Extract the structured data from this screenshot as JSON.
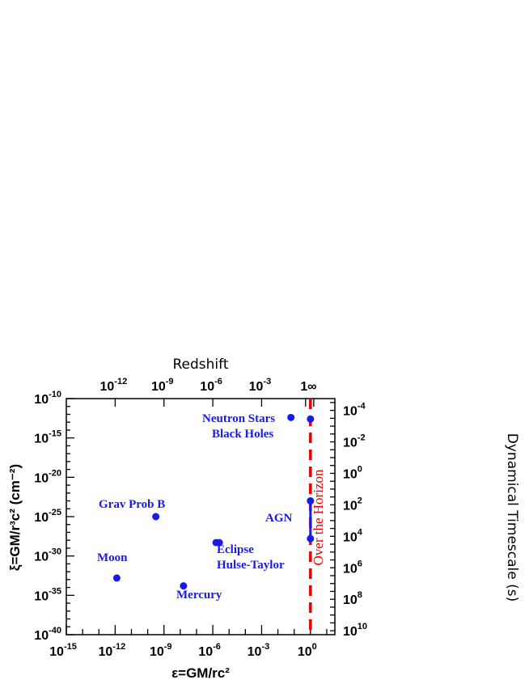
{
  "chart_data": {
    "type": "scatter",
    "title": "",
    "xlabel": "ε=GM/rc²",
    "ylabel": "ξ=GM/r³c² (cm⁻²)",
    "top_axis_label": "Redshift",
    "right_axis_label": "Dynamical Timescale (s)",
    "xscale": "log",
    "yscale": "log",
    "xlim_exp": [
      -15,
      1.5
    ],
    "ylim_exp": [
      -40,
      -10
    ],
    "x_ticks": [
      {
        "exp": -15,
        "label": "10",
        "sup": "-15"
      },
      {
        "exp": -12,
        "label": "10",
        "sup": "-12"
      },
      {
        "exp": -9,
        "label": "10",
        "sup": "-9"
      },
      {
        "exp": -6,
        "label": "10",
        "sup": "-6"
      },
      {
        "exp": -3,
        "label": "10",
        "sup": "-3"
      },
      {
        "exp": 0,
        "label": "10",
        "sup": "0"
      }
    ],
    "y_ticks": [
      {
        "exp": -40,
        "label": "10",
        "sup": "-40"
      },
      {
        "exp": -35,
        "label": "10",
        "sup": "-35"
      },
      {
        "exp": -30,
        "label": "10",
        "sup": "-30"
      },
      {
        "exp": -25,
        "label": "10",
        "sup": "-25"
      },
      {
        "exp": -20,
        "label": "10",
        "sup": "-20"
      },
      {
        "exp": -15,
        "label": "10",
        "sup": "-15"
      },
      {
        "exp": -10,
        "label": "10",
        "sup": "-10"
      }
    ],
    "top_ticks": [
      {
        "at_x_exp": -12,
        "label": "10",
        "sup": "-12"
      },
      {
        "at_x_exp": -9,
        "label": "10",
        "sup": "-9"
      },
      {
        "at_x_exp": -6,
        "label": "10",
        "sup": "-6"
      },
      {
        "at_x_exp": -3,
        "label": "10",
        "sup": "-3"
      },
      {
        "at_x_exp": -0.3,
        "label": "1",
        "sup": ""
      },
      {
        "at_x_exp": 0.2,
        "label": "∞",
        "sup": ""
      }
    ],
    "right_ticks": [
      {
        "at_y_exp": -11.5,
        "label": "10",
        "sup": "-4"
      },
      {
        "at_y_exp": -15.5,
        "label": "10",
        "sup": "-2"
      },
      {
        "at_y_exp": -19.5,
        "label": "10",
        "sup": "0"
      },
      {
        "at_y_exp": -23.5,
        "label": "10",
        "sup": "2"
      },
      {
        "at_y_exp": -27.5,
        "label": "10",
        "sup": "4"
      },
      {
        "at_y_exp": -31.5,
        "label": "10",
        "sup": "6"
      },
      {
        "at_y_exp": -35.5,
        "label": "10",
        "sup": "8"
      },
      {
        "at_y_exp": -39.5,
        "label": "10",
        "sup": "10"
      }
    ],
    "points": [
      {
        "name": "Moon",
        "x_exp": -11.9,
        "y_exp": -32.8
      },
      {
        "name": "Grav Prob B",
        "x_exp": -9.5,
        "y_exp": -25.0
      },
      {
        "name": "Mercury",
        "x_exp": -7.8,
        "y_exp": -33.8
      },
      {
        "name": "Eclipse Hulse-Taylor",
        "x_exp": -5.8,
        "y_exp": -28.3
      },
      {
        "name": "Eclipse Hulse-Taylor b",
        "x_exp": -5.6,
        "y_exp": -28.3
      },
      {
        "name": "Neutron Stars",
        "x_exp": -1.2,
        "y_exp": -12.4
      },
      {
        "name": "Black Holes",
        "x_exp": 0.0,
        "y_exp": -12.6
      },
      {
        "name": "AGN top",
        "x_exp": 0.0,
        "y_exp": -23.0
      },
      {
        "name": "AGN bottom",
        "x_exp": 0.0,
        "y_exp": -27.8
      }
    ],
    "agn_segment": {
      "x_exp": 0.0,
      "y_exp_from": -23.0,
      "y_exp_to": -27.8
    },
    "horizon_line_x_exp": 0.0,
    "labels": {
      "moon": "Moon",
      "grav": "Grav Prob B",
      "mercury": "Mercury",
      "eclipse": "Eclipse",
      "hulse": "Hulse-Taylor",
      "neutron": "Neutron Stars",
      "black": "Black Holes",
      "agn": "AGN",
      "horizon": "Over the Horizon"
    },
    "colors": {
      "points": "#1a1ae6",
      "horizon": "#e60000",
      "axes": "#000000"
    },
    "grid": false
  }
}
